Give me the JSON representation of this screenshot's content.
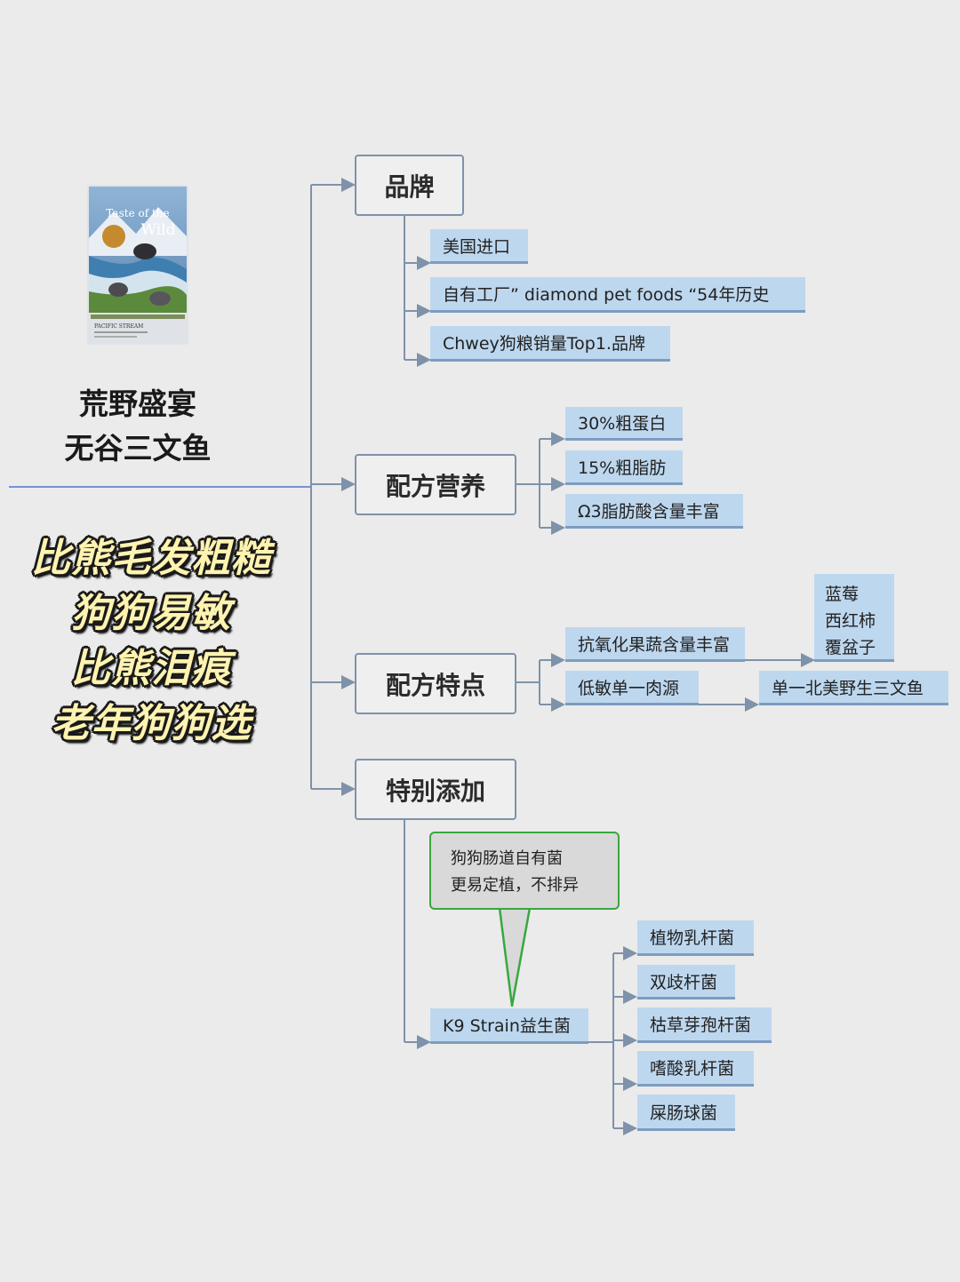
{
  "product": {
    "brand_logo": [
      "Taste of the",
      "Wild"
    ],
    "variant": "PACIFIC STREAM",
    "title_lines": [
      "荒野盛宴",
      "无谷三文鱼"
    ]
  },
  "slogan_lines": [
    "比熊毛发粗糙",
    "狗狗易敏",
    "比熊泪痕",
    "老年狗狗选"
  ],
  "branches": {
    "brand": {
      "label": "品牌",
      "items": [
        "美国进口",
        "自有工厂” diamond pet foods “54年历史",
        "Chwey狗粮销量Top1.品牌"
      ]
    },
    "nutrition": {
      "label": "配方营养",
      "items": [
        "30%粗蛋白",
        "15%粗脂肪",
        "Ω3脂肪酸含量丰富"
      ]
    },
    "features": {
      "label": "配方特点",
      "items": [
        "抗氧化果蔬含量丰富",
        "低敏单一肉源"
      ],
      "fruits": [
        "蓝莓",
        "西红柿",
        "覆盆子"
      ],
      "meat_source": "单一北美野生三文鱼"
    },
    "additives": {
      "label": "特别添加",
      "probiotic": "K9 Strain益生菌",
      "callout_lines": [
        "狗狗肠道自有菌",
        "更易定植，不排异"
      ],
      "strains": [
        "植物乳杆菌",
        "双歧杆菌",
        "枯草芽孢杆菌",
        "嗜酸乳杆菌",
        "屎肠球菌"
      ]
    }
  },
  "colors": {
    "background": "#ebebeb",
    "connector": "#7e92aa",
    "tag_fill": "#bdd7ee",
    "callout_border": "#38a83f",
    "slogan_fill": "#fff3b0"
  }
}
